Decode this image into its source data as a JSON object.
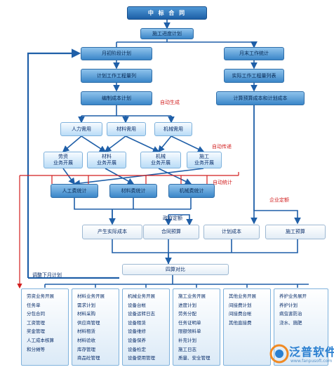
{
  "nodes": {
    "contract": "中 标 合 同",
    "progress_plan": "施工进度计划",
    "month_start_plan": "月初阶段计划",
    "month_end_stats": "月末工作统计",
    "plan_quantity": "计划工作工程量列",
    "actual_quantity": "实际工作工程量列表",
    "cost_plan": "编制成本计划",
    "budget_cost": "计算预算成本和计划成本",
    "labor_demand": "人力需用",
    "material_demand": "材料需用",
    "machine_demand": "机械需用",
    "labor_business": "劳资\n业务开展",
    "material_business": "材料\n业务开展",
    "machine_business": "机械\n业务开展",
    "construction_business": "施工\n业务开展",
    "labor_cost_stats": "人工费统计",
    "material_cost_stats": "材料费统计",
    "machine_cost_stats": "机械费统计",
    "actual_cost": "产生实际成本",
    "contract_cost": "合同预算",
    "plan_cost": "计划成本",
    "construction_budget": "施工预算",
    "four_compare": "四算对比"
  },
  "annotations": {
    "auto_generate": "自动生成",
    "auto_transfer": "自动传递",
    "auto_stats": "自动统计",
    "enterprise_quota": "企业定额",
    "government_quota": "政府定额",
    "adjust_next": "调整下月计划"
  },
  "panels": [
    {
      "name": "labor",
      "items": [
        "劳资业务开展",
        "任务单",
        "分包合同",
        "工资管理",
        "奖金管理",
        "人工成本核算",
        "和分摊等"
      ]
    },
    {
      "name": "material",
      "items": [
        "材料业务开展",
        "需求计划",
        "材料采购",
        "供应商管理",
        "材料租赁",
        "材料验收",
        "库存管理",
        "商品砼管理"
      ]
    },
    {
      "name": "machine",
      "items": [
        "机械业务开展",
        "设备台帐",
        "设备运转日志",
        "设备租赁",
        "设备维修",
        "设备保养",
        "设备检定",
        "设备使用管理"
      ]
    },
    {
      "name": "construction",
      "items": [
        "施工业务开展",
        "进度计划",
        "劳务分配",
        "任务证明单",
        "限额领料单",
        "补充计划",
        "施工日志",
        "质量、安全管理"
      ]
    },
    {
      "name": "other",
      "items": [
        "其他业务开展",
        "间接费计划",
        "间接费台帐",
        "其他直接费"
      ]
    },
    {
      "name": "garden",
      "items": [
        "养护业务展开",
        "养护计划",
        "病虫害防治",
        "浇水、施肥"
      ]
    }
  ],
  "logo": {
    "name": "泛普软件",
    "url": "www.fanpusoft.com"
  },
  "colors": {
    "arrow": "#1f5fa8",
    "red_note": "#d21f1f",
    "box_light": "#b9dcf7",
    "box_dark": "#3b86c8"
  }
}
